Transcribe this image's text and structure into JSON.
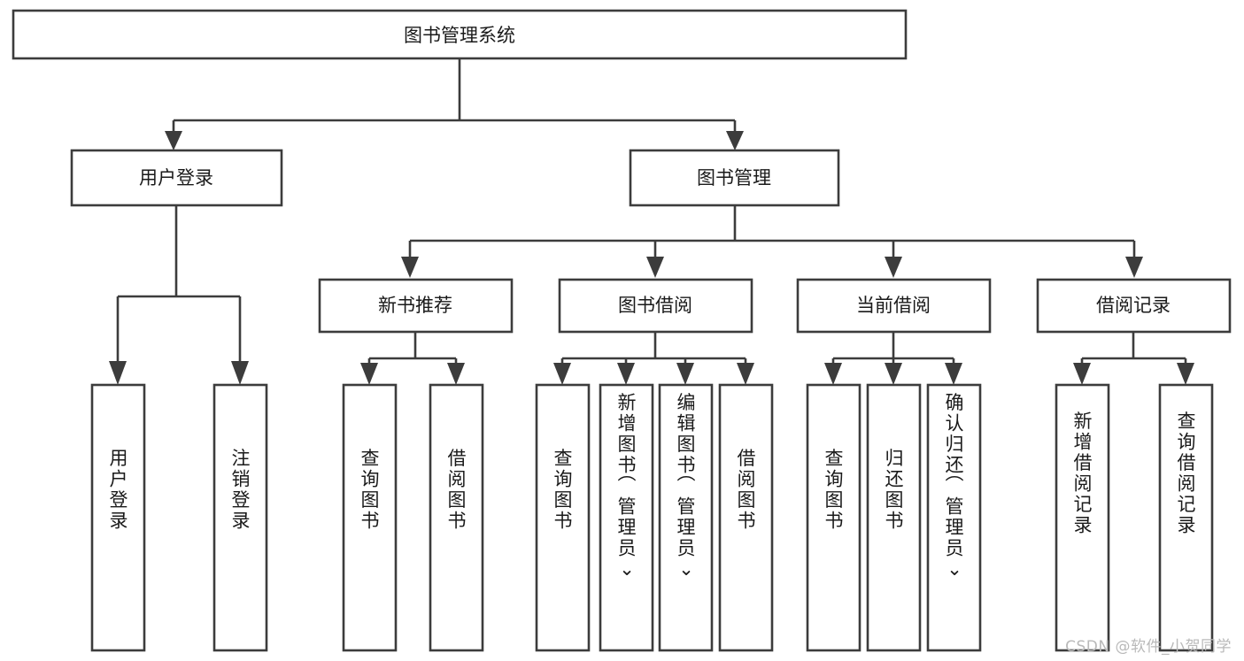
{
  "diagram": {
    "kind": "tree-structure-chart",
    "title": "图书管理系统",
    "watermark": "CSDN @软件_小贺同学",
    "colors": {
      "stroke": "#3c3c3c",
      "box_fill": "#ffffff",
      "text": "#1a1a1a",
      "background": "#ffffff",
      "watermark": "#b9b9b9"
    },
    "levels": {
      "root": "图书管理系统",
      "level2": [
        "用户登录",
        "图书管理"
      ],
      "level3": [
        "新书推荐",
        "图书借阅",
        "当前借阅",
        "借阅记录"
      ]
    },
    "nodes": {
      "root": {
        "label": "图书管理系统"
      },
      "user_login": {
        "label": "用户登录"
      },
      "book_manage": {
        "label": "图书管理"
      },
      "new_book_rec": {
        "label": "新书推荐"
      },
      "book_borrow": {
        "label": "图书借阅"
      },
      "current_borrow": {
        "label": "当前借阅"
      },
      "borrow_record": {
        "label": "借阅记录"
      },
      "leaf_user_login": {
        "label": "用户登录"
      },
      "leaf_logout": {
        "label": "注销登录"
      },
      "leaf_query_book_1": {
        "label": "查询图书"
      },
      "leaf_borrow_book_1": {
        "label": "借阅图书"
      },
      "leaf_query_book_2": {
        "label": "查询图书"
      },
      "leaf_add_book": {
        "label": "新增图书（管理员）"
      },
      "leaf_edit_book": {
        "label": "编辑图书（管理员）"
      },
      "leaf_borrow_book_2": {
        "label": "借阅图书"
      },
      "leaf_query_book_3": {
        "label": "查询图书"
      },
      "leaf_return_book": {
        "label": "归还图书"
      },
      "leaf_confirm_return": {
        "label": "确认归还（管理员）"
      },
      "leaf_add_record": {
        "label": "新增借阅记录"
      },
      "leaf_query_record": {
        "label": "查询借阅记录"
      }
    },
    "edges": [
      {
        "from": "图书管理系统",
        "to": "用户登录"
      },
      {
        "from": "图书管理系统",
        "to": "图书管理"
      },
      {
        "from": "图书管理",
        "to": "新书推荐"
      },
      {
        "from": "图书管理",
        "to": "图书借阅"
      },
      {
        "from": "图书管理",
        "to": "当前借阅"
      },
      {
        "from": "图书管理",
        "to": "借阅记录"
      },
      {
        "from": "用户登录",
        "to": "用户登录"
      },
      {
        "from": "用户登录",
        "to": "注销登录"
      },
      {
        "from": "新书推荐",
        "to": "查询图书"
      },
      {
        "from": "新书推荐",
        "to": "借阅图书"
      },
      {
        "from": "图书借阅",
        "to": "查询图书"
      },
      {
        "from": "图书借阅",
        "to": "新增图书（管理员）"
      },
      {
        "from": "图书借阅",
        "to": "编辑图书（管理员）"
      },
      {
        "from": "图书借阅",
        "to": "借阅图书"
      },
      {
        "from": "当前借阅",
        "to": "查询图书"
      },
      {
        "from": "当前借阅",
        "to": "归还图书"
      },
      {
        "from": "当前借阅",
        "to": "确认归还（管理员）"
      },
      {
        "from": "借阅记录",
        "to": "新增借阅记录"
      },
      {
        "from": "借阅记录",
        "to": "查询借阅记录"
      }
    ]
  }
}
